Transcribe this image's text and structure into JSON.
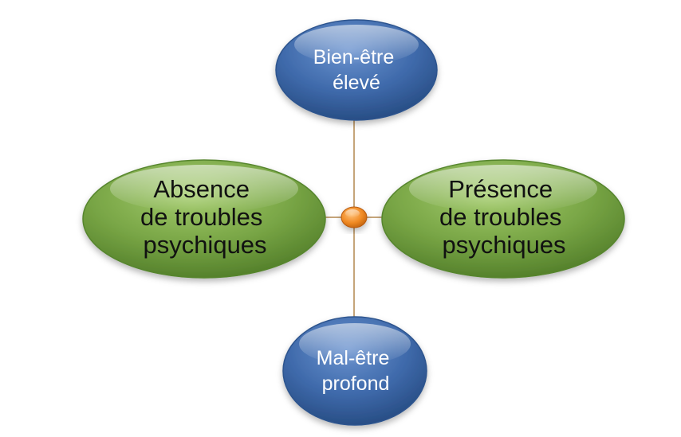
{
  "nodes": {
    "top": {
      "lines": [
        "Bien-être",
        "élevé"
      ]
    },
    "left": {
      "lines": [
        "Absence",
        "de troubles",
        "psychiques"
      ]
    },
    "right": {
      "lines": [
        "Présence",
        "de troubles",
        "psychiques"
      ]
    },
    "bottom": {
      "lines": [
        "Mal-être",
        "profond"
      ]
    }
  },
  "colors": {
    "blue_node": "#3f6aab",
    "green_node": "#78a545",
    "connector": "#c5a57a",
    "center_dot": "#f08a24"
  }
}
